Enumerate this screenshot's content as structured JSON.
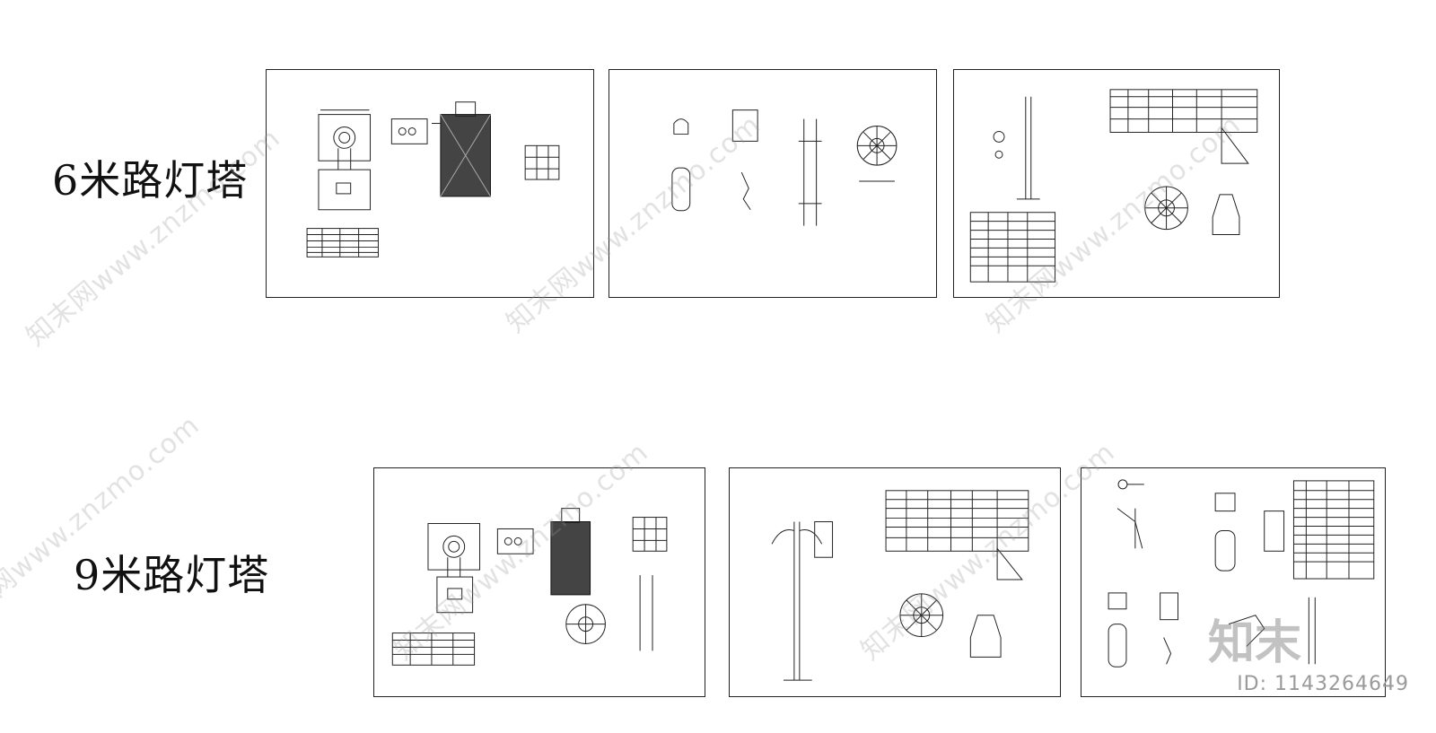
{
  "rows": [
    {
      "label": "6米路灯塔"
    },
    {
      "label": "9米路灯塔"
    }
  ],
  "watermark": {
    "text": "知末网www.znzmo.com",
    "brand": "知末"
  },
  "id_label": "ID: 1143264649",
  "colors": {
    "line": "#222222",
    "watermark": "#999999",
    "background": "#ffffff"
  }
}
